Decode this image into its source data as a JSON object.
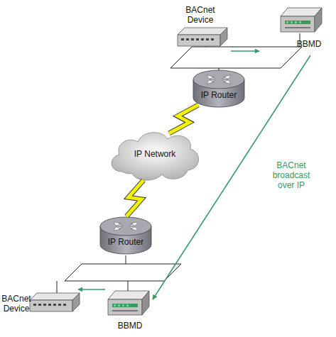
{
  "diagram": {
    "nodes": [
      {
        "text": [
          "BACnet Device"
        ]
      },
      {
        "text": [
          "BBMD"
        ]
      },
      {
        "text": [
          "IP Router"
        ]
      },
      {
        "text": [
          "IP Network"
        ]
      },
      {
        "text": [
          "IP Router"
        ]
      },
      {
        "text": [
          "BACnet Device"
        ]
      },
      {
        "text": [
          "BBMD"
        ]
      }
    ],
    "edges": [
      {
        "from": 0,
        "to": 1,
        "arrow": "to"
      },
      {
        "from": 1,
        "to": 6,
        "label": "BACnet broadcast over IP",
        "arrow": "to"
      },
      {
        "from": 6,
        "to": 5,
        "arrow": "to"
      },
      {
        "from": 2,
        "to": 3,
        "arrow": "none"
      },
      {
        "from": 3,
        "to": 4,
        "arrow": "none"
      }
    ]
  }
}
